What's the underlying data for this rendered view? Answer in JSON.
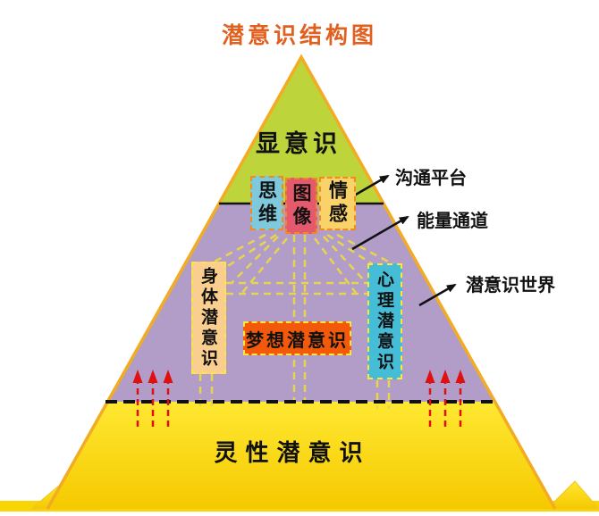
{
  "title": {
    "text": "潜意识结构图",
    "color": "#E2601F"
  },
  "pyramid": {
    "conscious_label": "显意识",
    "spiritual_label": "灵性潜意识",
    "bridge_boxes": [
      {
        "label": "思维",
        "fill": "#7EC9DB"
      },
      {
        "label": "图像",
        "fill": "#E4596B"
      },
      {
        "label": "情感",
        "fill": "#F9D26A"
      }
    ],
    "lower_boxes": [
      {
        "label": "身体潜意识",
        "fill": "#FACE8E"
      },
      {
        "label": "梦想潜意识",
        "fill": "#F2590A"
      },
      {
        "label": "心理潜意识",
        "fill": "#45BDD6"
      }
    ],
    "section_colors": {
      "conscious": "#BED43B",
      "subconscious": "#B19DC8",
      "spiritual_top": "#FFE832",
      "spiritual_bottom": "#F5C900",
      "outline": "#F2AC24"
    }
  },
  "annotations": [
    {
      "label": "沟通平台"
    },
    {
      "label": "能量通道"
    },
    {
      "label": "潜意识世界"
    }
  ],
  "accents": {
    "red_arrow": "#E01010",
    "black_arrow": "#111111",
    "connector_dash": "#E9D44F",
    "bridge_border": "#F08B1E",
    "lower_border": "#FFE63C"
  }
}
